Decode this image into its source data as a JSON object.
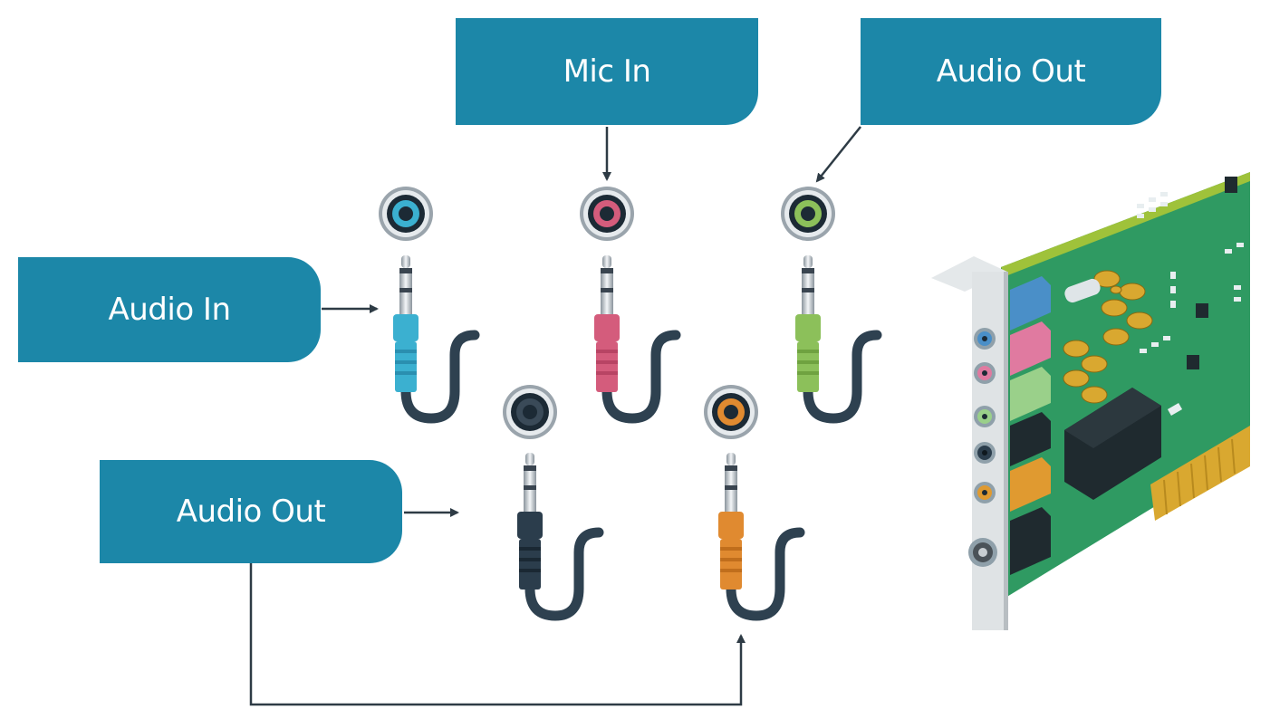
{
  "labels": {
    "mic_in": "Mic In",
    "audio_out_top": "Audio Out",
    "audio_in": "Audio In",
    "audio_out_left": "Audio Out"
  },
  "colors": {
    "label_bg": "#1c87a8",
    "cable": "#2e4150",
    "blue": "#3bb0d0",
    "pink": "#d45c7c",
    "green": "#8cc05a",
    "black": "#2b3d4c",
    "orange": "#e08a30",
    "board": "#2f9a62"
  }
}
